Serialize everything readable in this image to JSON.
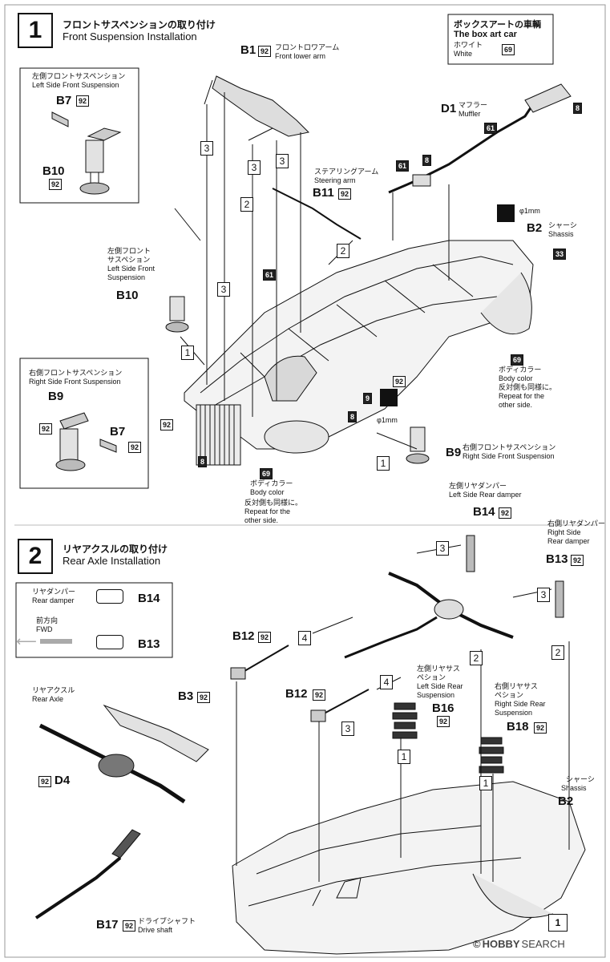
{
  "step1": {
    "number": "1",
    "title_jp": "フロントサスペンションの取り付け",
    "title_en": "Front Suspension Installation"
  },
  "boxart": {
    "title_jp": "ボックスアートの車輌",
    "title_en": "The box art car",
    "color_jp": "ホワイト",
    "color_en": "White",
    "code": "69"
  },
  "left_front_box": {
    "label_jp": "左側フロントサスペンション",
    "label_en": "Left Side Front Suspension",
    "part_b7": "B7",
    "code_b7": "92",
    "part_b10": "B10",
    "code_b10": "92"
  },
  "right_front_box": {
    "label_jp": "右側フロントサスペンション",
    "label_en": "Right Side Front Suspension",
    "part_b9": "B9",
    "code_b9": "92",
    "part_b7": "B7",
    "code_b7": "92"
  },
  "b1": {
    "part": "B1",
    "code": "92",
    "jp": "フロントロワアーム",
    "en": "Front lower arm"
  },
  "d1": {
    "part": "D1",
    "jp": "マフラー",
    "en": "Muffler",
    "code_a": "61",
    "code_b": "8",
    "code_c": "61",
    "code_d": "8"
  },
  "b11": {
    "part": "B11",
    "code": "92",
    "jp": "ステアリングアーム",
    "en": "Steering arm"
  },
  "drill": {
    "size": "φ1mm"
  },
  "b2": {
    "part": "B2",
    "jp": "シャーシ",
    "en": "Shassis",
    "code": "33"
  },
  "mid_left": {
    "jp1": "左側フロント",
    "jp2": "サスペション",
    "en1": "Left Side Front",
    "en2": "Suspension",
    "part": "B10"
  },
  "body_color_right": {
    "code": "69",
    "jp": "ボディカラー",
    "en": "Body color",
    "jp2": "反対側も同様に。",
    "en2": "Repeat for the",
    "en3": "other side."
  },
  "body_color_bottom": {
    "code": "69",
    "jp": "ボディカラー",
    "en": "Body color",
    "jp2": "反対側も同様に。",
    "en2": "Repeat for the",
    "en3": "other side."
  },
  "b9_right": {
    "part": "B9",
    "jp": "右側フロントサスペンション",
    "en": "Right Side Front Suspension"
  },
  "misc_codes": {
    "c92a": "92",
    "c8a": "8",
    "c8b": "8",
    "c9": "9",
    "c92b": "92",
    "c61": "61",
    "drill2": "φ1mm"
  },
  "steps_s1": {
    "n3a": "3",
    "n3b": "3",
    "n3c": "3",
    "n3d": "3",
    "n2a": "2",
    "n2b": "2",
    "n1a": "1",
    "n1b": "1"
  },
  "step2": {
    "number": "2",
    "title_jp": "リヤアクスルの取り付け",
    "title_en": "Rear Axle Installation"
  },
  "legend": {
    "jp": "リヤダンパー",
    "en": "Rear damper",
    "p1": "B14",
    "p2": "B13",
    "fwd_jp": "前方向",
    "fwd_en": "FWD"
  },
  "left_damper": {
    "jp": "左側リヤダンパー",
    "en": "Left Side Rear damper",
    "part": "B14",
    "code": "92"
  },
  "right_damper": {
    "jp": "右側リヤダンパー",
    "en1": "Right Side",
    "en2": "Rear damper",
    "part": "B13",
    "code": "92"
  },
  "b12a": {
    "part": "B12",
    "code": "92"
  },
  "b12b": {
    "part": "B12",
    "code": "92"
  },
  "left_rear_susp": {
    "jp1": "左側リヤサス",
    "jp2": "ペション",
    "en1": "Left Side Rear",
    "en2": "Suspension",
    "part": "B16",
    "code": "92"
  },
  "right_rear_susp": {
    "jp1": "右側リヤサス",
    "jp2": "ペション",
    "en1": "Right Side Rear",
    "en2": "Suspension",
    "part": "B18",
    "code": "92"
  },
  "axle_box": {
    "jp": "リヤアクスル",
    "en": "Rear Axle",
    "p1": "B3",
    "c1": "92",
    "p2": "D4",
    "c2": "92"
  },
  "b17": {
    "part": "B17",
    "code": "92",
    "jp": "ドライブシャフト",
    "en": "Drive shaft"
  },
  "b2_bottom": {
    "jp": "シャーシ",
    "en": "Shassis",
    "part": "B2"
  },
  "steps_s2": {
    "n3a": "3",
    "n3b": "3",
    "n3c": "3",
    "n4a": "4",
    "n4b": "4",
    "n2a": "2",
    "n2b": "2",
    "n1a": "1",
    "n1b": "1",
    "ref": "1"
  },
  "watermark": {
    "brand": "HOBBY",
    "suffix": "SEARCH",
    "copy": "©"
  }
}
